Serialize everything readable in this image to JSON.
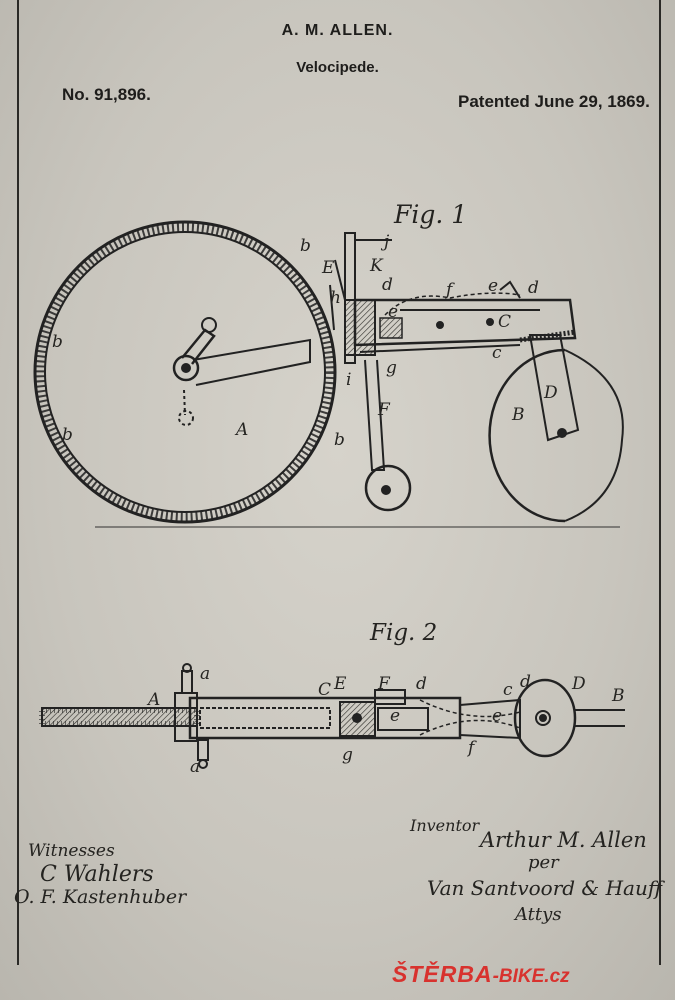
{
  "header": {
    "inventor": "A. M. ALLEN.",
    "title": "Velocipede.",
    "number": "No. 91,896.",
    "date": "Patented June 29, 1869."
  },
  "figures": {
    "fig1_label": "Fig. 1",
    "fig2_label": "Fig. 2"
  },
  "labels": {
    "A": "A",
    "B": "B",
    "C": "C",
    "D": "D",
    "E": "E",
    "F": "F",
    "a": "a",
    "b": "b",
    "c": "c",
    "d": "d",
    "e": "e",
    "f": "f",
    "g": "g",
    "h": "h",
    "i": "i",
    "j": "j",
    "k": "K"
  },
  "signatures": {
    "witnesses_label": "Witnesses",
    "witness_1": "C Wahlers",
    "witness_2": "O. F. Kastenhuber",
    "inventor_label": "Inventor",
    "inventor_name": "Arthur M. Allen",
    "per": "per",
    "attorney_name": "Van Santvoord & Hauff",
    "atty": "Attys"
  },
  "watermark": {
    "main": "ŠTĚRBA",
    "sub": "-BIKE.cz"
  },
  "colors": {
    "ink": "#1e1d1b",
    "paper": "#d6d3cb",
    "watermark": "#d8322e"
  }
}
